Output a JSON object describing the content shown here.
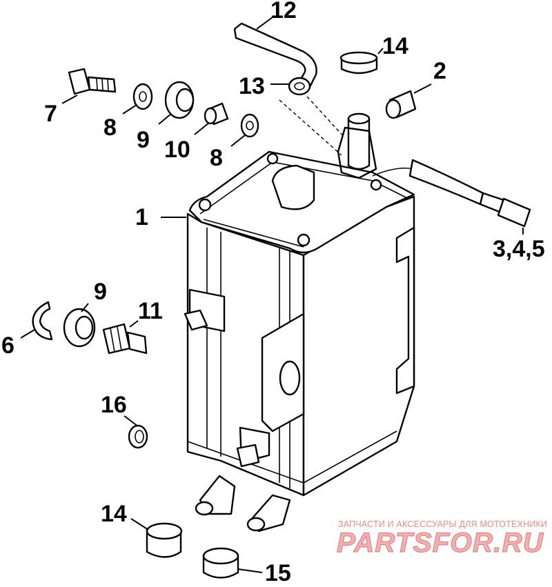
{
  "callouts": {
    "c1": "1",
    "c2": "2",
    "c345": "3,4,5",
    "c6": "6",
    "c7": "7",
    "c8a": "8",
    "c8b": "8",
    "c9a": "9",
    "c9b": "9",
    "c10": "10",
    "c11": "11",
    "c12": "12",
    "c13": "13",
    "c14a": "14",
    "c14b": "14",
    "c15": "15",
    "c16": "16"
  },
  "watermark": {
    "caption": "ЗАПЧАСТИ И АКСЕССУАРЫ ДЛЯ МОТОТЕХНИКИ",
    "brand": "PARTSFOR.RU"
  },
  "colors": {
    "line": "#000000",
    "background": "#ffffff",
    "watermark": "#e88a8a"
  }
}
